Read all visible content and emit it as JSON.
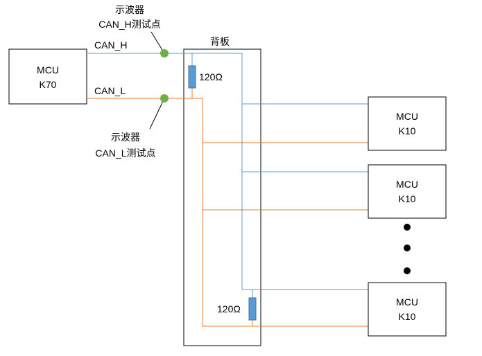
{
  "colors": {
    "can_h_wire": "#5b9bd5",
    "can_l_wire": "#ed7d31",
    "test_point": "#70ad47",
    "resistor_fill": "#5b9bd5",
    "box_stroke": "#000000",
    "dot": "#000000"
  },
  "mcu_k70": {
    "line1": "MCU",
    "line2": "K70"
  },
  "wires": {
    "can_h": "CAN_H",
    "can_l": "CAN_L"
  },
  "probe_h": {
    "line1": "示波器",
    "line2": "CAN_H测试点"
  },
  "probe_l": {
    "line1": "示波器",
    "line2": "CAN_L测试点"
  },
  "backplane": {
    "label": "背板"
  },
  "resistor_top": {
    "label": "120Ω"
  },
  "resistor_bottom": {
    "label": "120Ω"
  },
  "nodes": [
    {
      "line1": "MCU",
      "line2": "K10"
    },
    {
      "line1": "MCU",
      "line2": "K10"
    },
    {
      "line1": "MCU",
      "line2": "K10"
    }
  ],
  "ellipsis_dots": 3
}
